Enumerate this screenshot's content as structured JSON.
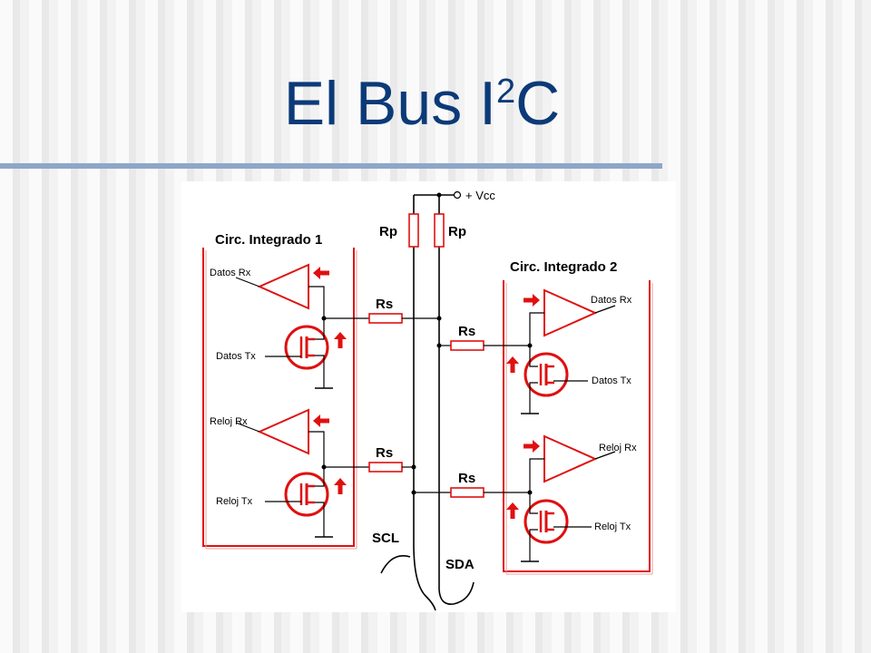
{
  "slide": {
    "title_main": "El Bus I",
    "title_sup": "2",
    "title_end": "C"
  },
  "diagram": {
    "vcc_label": "+ Vcc",
    "pullup_left": "Rp",
    "pullup_right": "Rp",
    "chip1": {
      "title": "Circ. Integrado 1",
      "data_rx": "Datos Rx",
      "data_tx": "Datos Tx",
      "clock_rx": "Reloj Rx",
      "clock_tx": "Reloj Tx"
    },
    "chip2": {
      "title": "Circ. Integrado 2",
      "data_rx": "Datos Rx",
      "data_tx": "Datos Tx",
      "clock_rx": "Reloj Rx",
      "clock_tx": "Reloj Tx"
    },
    "series_resistors": [
      "Rs",
      "Rs",
      "Rs",
      "Rs"
    ],
    "bus_scl": "SCL",
    "bus_sda": "SDA",
    "colors": {
      "component": "#e01010",
      "wire": "#000000",
      "title": "#0b3a78"
    }
  }
}
